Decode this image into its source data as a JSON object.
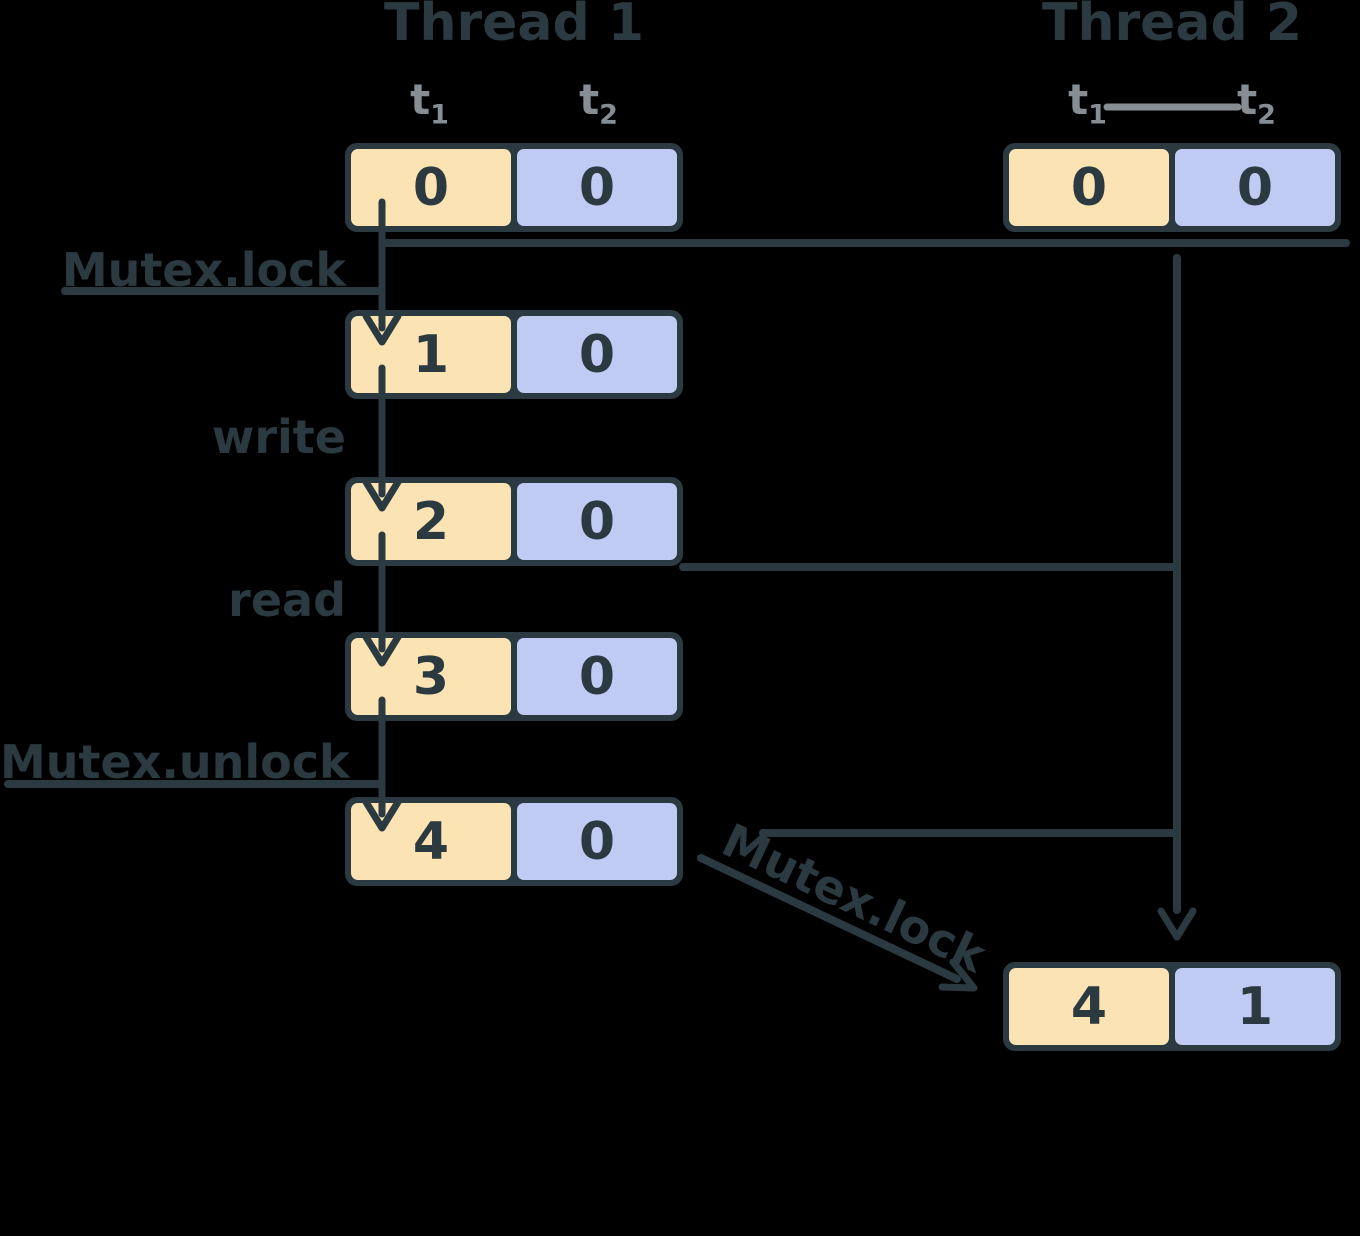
{
  "background": "#000000",
  "colors": {
    "stroke": "#2b3940",
    "t1_component_cell": "#fbe3b3",
    "t2_component_cell": "#c0cbf3",
    "muted_label": "#868d93"
  },
  "thread1": {
    "title": "Thread 1",
    "clock": [
      {
        "base": "t",
        "sub": "1"
      },
      {
        "base": "t",
        "sub": "2"
      }
    ],
    "steps": [
      {
        "label": "Mutex.lock"
      },
      {
        "label": "write"
      },
      {
        "label": "read"
      },
      {
        "label": "Mutex.unlock"
      }
    ],
    "states": [
      [
        "0",
        "0"
      ],
      [
        "1",
        "0"
      ],
      [
        "2",
        "0"
      ],
      [
        "3",
        "0"
      ],
      [
        "4",
        "0"
      ]
    ]
  },
  "thread2": {
    "title": "Thread 2",
    "clock": [
      {
        "base": "t",
        "sub": "1"
      },
      {
        "base": "t",
        "sub": "2"
      }
    ],
    "states": [
      [
        "0",
        "0"
      ],
      [
        "4",
        "1"
      ]
    ],
    "transfer_label": "Mutex.lock"
  }
}
